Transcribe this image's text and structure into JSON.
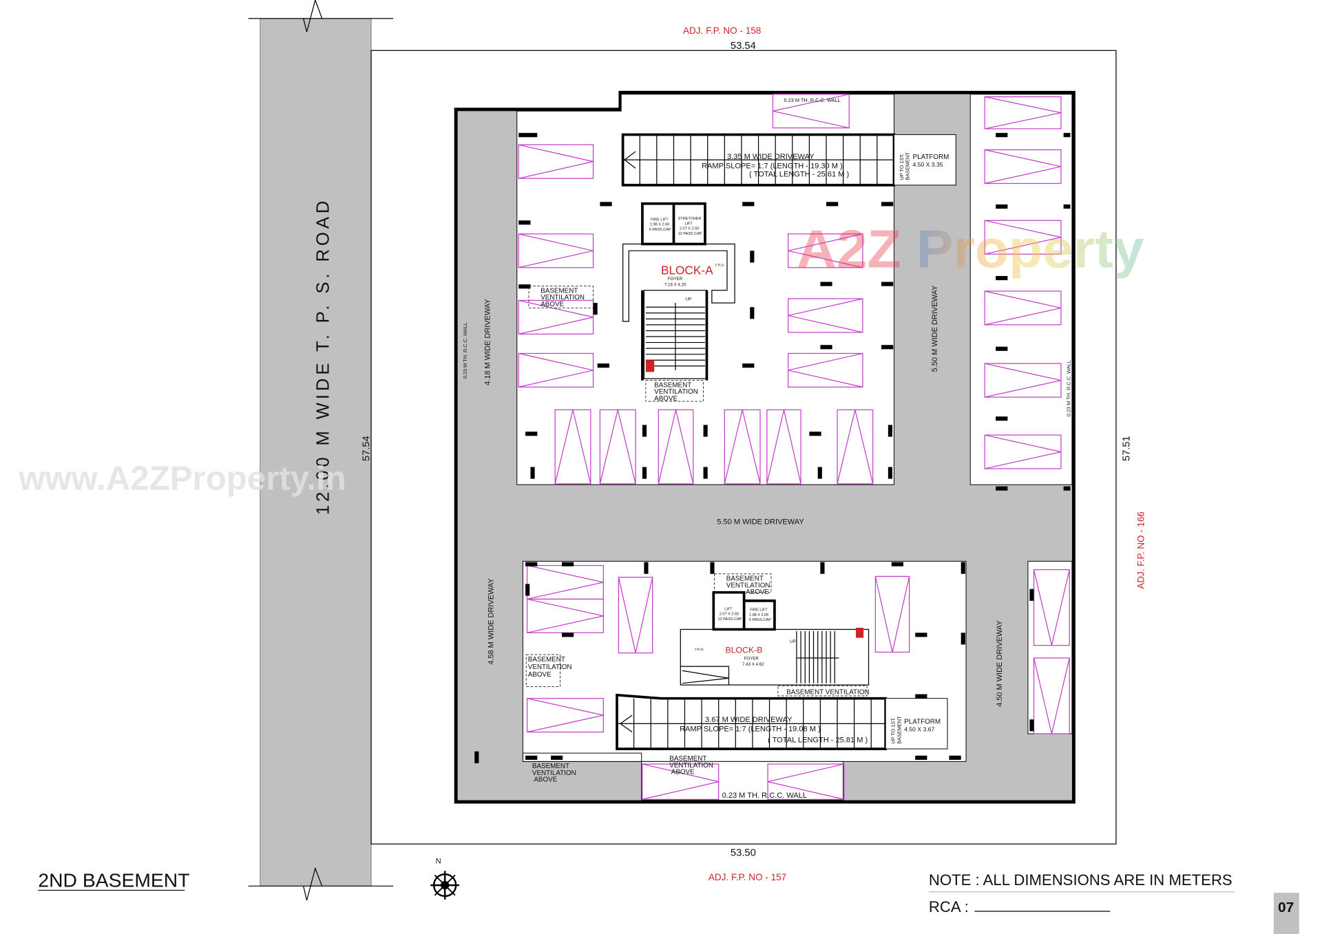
{
  "sheet": {
    "title": "2ND BASEMENT",
    "note": "NOTE : ALL DIMENSIONS ARE IN METERS",
    "rca_label": "RCA :",
    "page_number": "07",
    "north_label": "N"
  },
  "watermarks": {
    "logo": "A2Z Property",
    "url": "www.A2ZProperty.in"
  },
  "site": {
    "road_label": "12.00 M WIDE T. P. S. ROAD",
    "top_adjacent": "ADJ. F.P. NO - 158",
    "bottom_adjacent": "ADJ. F.P. NO - 157",
    "right_adjacent": "ADJ. F.P. NO - 166",
    "top_dim": "53.54",
    "bottom_dim": "53.50",
    "left_dim": "57.54",
    "right_dim": "57.51"
  },
  "driveways": {
    "middle": "5.50 M WIDE DRIVEWAY",
    "left_a": "4.18 M WIDE DRIVEWAY",
    "right_a": "5.50 M WIDE DRIVEWAY",
    "left_b": "4.58 M WIDE DRIVEWAY",
    "right_b": "4.50 M WIDE DRIVEWAY"
  },
  "walls": {
    "rcc": "0.23 M TH. R.C.C. WALL"
  },
  "block_a": {
    "name": "BLOCK-A",
    "foyer": "FOYER",
    "foyer_size": "7.16 X 4.20",
    "up": "UP",
    "frd": "F.R.D.",
    "fire_lift": [
      "FIRE LIFT",
      "1.98 X 2.60",
      "6 PASS.CAP"
    ],
    "stretcher_lift": [
      "STRETCHER",
      "LIFT",
      "2.07 X 2.60",
      "12 PASS.CAP"
    ],
    "ventilation": [
      "BASEMENT",
      "VENTILATION",
      "ABOVE"
    ],
    "ramp": {
      "width": "3.35 M WIDE DRIVEWAY",
      "slope": "RAMP SLOPE= 1:7 (LENGTH - 19.30 M )",
      "total": "( TOTAL LENGTH - 25.61 M )",
      "up_to": [
        "UP TO 1ST.",
        "BASEMENT"
      ],
      "platform": "PLATFORM",
      "platform_size": "4.50 X 3.35"
    }
  },
  "block_b": {
    "name": "BLOCK-B",
    "foyer": "FOYER",
    "foyer_size": "7.43 X 4.62",
    "up": "UP",
    "frd": "F.R.D.",
    "lift": [
      "LIFT",
      "2.07 X 2.60",
      "12 PASS.CAP"
    ],
    "fire_lift": [
      "FIRE LIFT",
      "1.98 X 2.05",
      "6 PASS.CAP"
    ],
    "ventilation": [
      "BASEMENT",
      "VENTILATION",
      "ABOVE"
    ],
    "ventilation_strip": "BASEMENT VENTILATION",
    "ramp": {
      "width": "3.67 M WIDE DRIVEWAY",
      "slope": "RAMP SLOPE= 1:7 (LENGTH - 19.08 M )",
      "total": "( TOTAL LENGTH - 25.81 M )",
      "up_to": [
        "UP TO 1ST.",
        "BASEMENT"
      ],
      "platform": "PLATFORM",
      "platform_size": "4.50 X 3.67"
    }
  },
  "colors": {
    "road": "#c0c0c0",
    "driveway": "#c0c0c0",
    "parking_stall": "#c23cc8",
    "label_red": "#d0202a"
  }
}
